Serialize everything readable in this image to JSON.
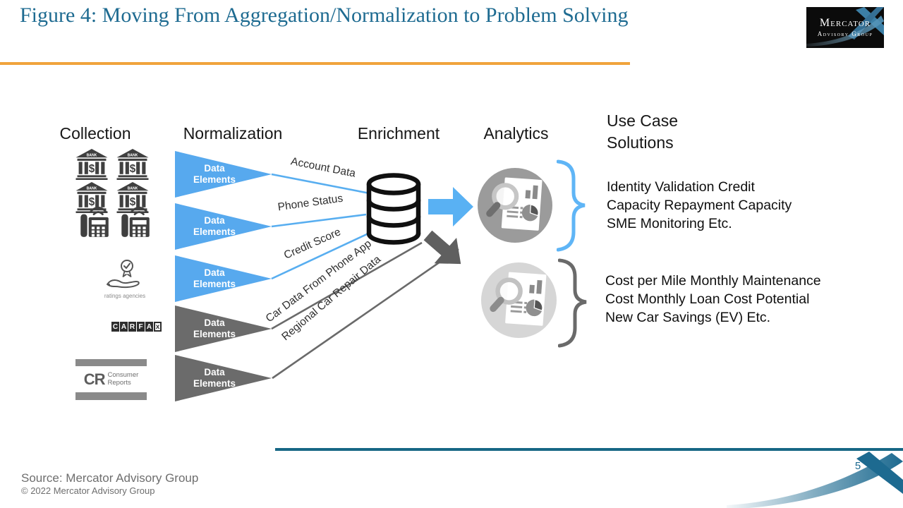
{
  "header": {
    "title": "Figure 4: Moving From Aggregation/Normalization to Problem Solving",
    "logo": {
      "name": "Mercator",
      "subtitle": "Advisory Group"
    }
  },
  "columns": {
    "collection": "Collection",
    "normalization": "Normalization",
    "enrichment": "Enrichment",
    "analytics": "Analytics",
    "use_case": "Use Case\nSolutions"
  },
  "collection": {
    "bank_label": "BANK",
    "bank_symbol": "$",
    "ratings_caption": "ratings agencies",
    "carfax_letters": [
      "C",
      "A",
      "R",
      "F",
      "A",
      "x"
    ],
    "consumer_reports": {
      "cr": "CR",
      "line1": "Consumer",
      "line2": "Reports"
    }
  },
  "normalization": {
    "flags": [
      {
        "label": "Data\nElements"
      },
      {
        "label": "Data\nElements"
      },
      {
        "label": "Data\nElements"
      },
      {
        "label": "Data\nElements"
      },
      {
        "label": "Data\nElements"
      }
    ]
  },
  "enrichment": {
    "feed_labels": [
      {
        "text": "Account Data"
      },
      {
        "text": "Phone Status"
      },
      {
        "text": "Credit Score"
      },
      {
        "text": "Car Data From Phone App"
      },
      {
        "text": "Regional Car Repair Data"
      }
    ]
  },
  "use_cases": {
    "primary": "Identity Validation Credit\nCapacity Repayment Capacity\nSME Monitoring Etc.",
    "secondary": "Cost per Mile Monthly Maintenance\nCost Monthly  Loan Cost Potential\nNew Car Savings (EV) Etc."
  },
  "footer": {
    "source": "Source: Mercator Advisory Group",
    "copyright": "© 2022 Mercator  Advisory  Group",
    "page_number": "5"
  },
  "colors": {
    "title_teal": "#1e6b91",
    "orange_rule": "#f0a43c",
    "accent_blue": "#57a9ee",
    "dark_gray": "#6b6b6b",
    "circle_gray": "#9b9b9b",
    "circle_light_gray": "#d6d6d6",
    "teal_rule": "#176785"
  }
}
